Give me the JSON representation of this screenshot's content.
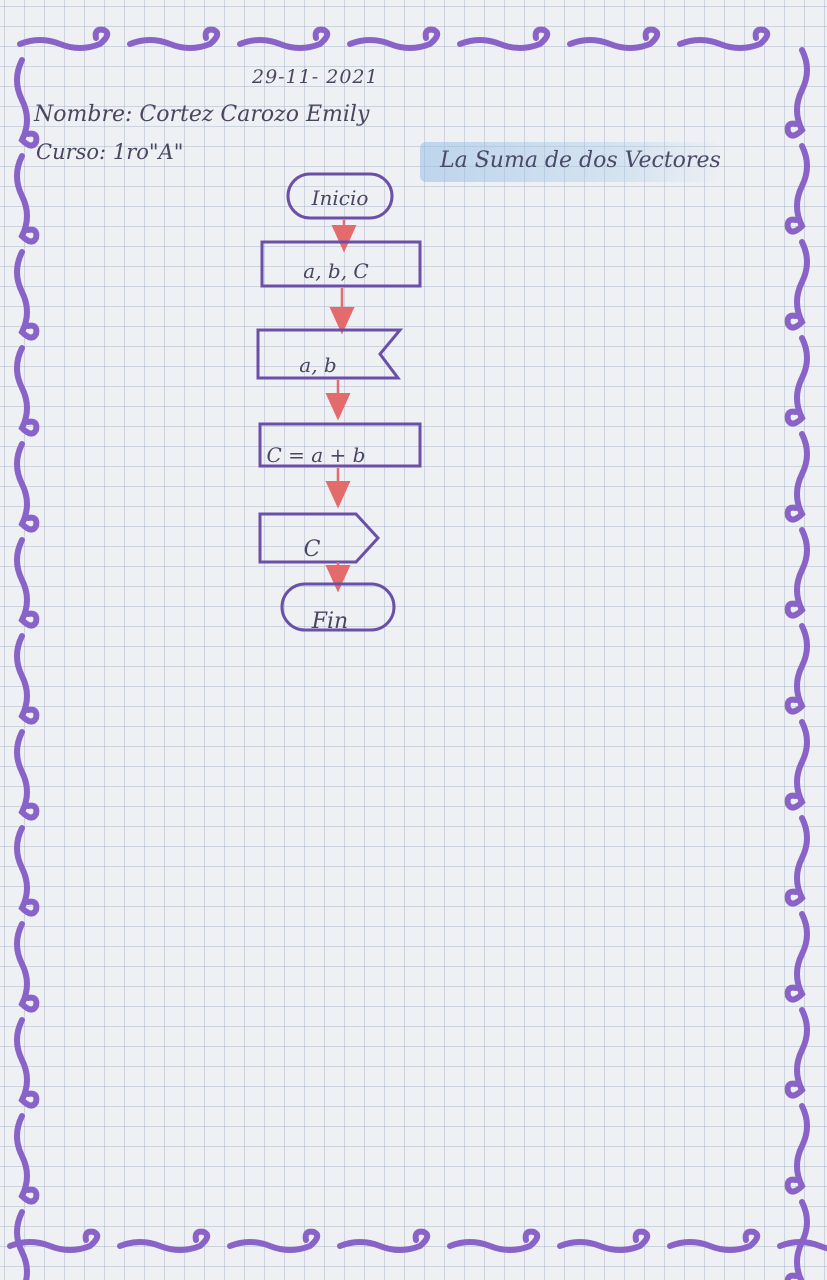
{
  "header": {
    "date": "29-11- 2021",
    "name_label": "Nombre:",
    "name_value": "Cortez Carozo Emily",
    "course_label": "Curso:",
    "course_value": "1ro\"A\"",
    "title": "La Suma de dos Vectores"
  },
  "flowchart": {
    "start": "Inicio",
    "declare": "a, b, C",
    "input": "a, b",
    "process": "C = a + b",
    "output": "C",
    "end": "Fin"
  },
  "colors": {
    "ink": "#4a4660",
    "shape_stroke": "#6b4fa8",
    "arrow": "#e36b6b",
    "border": "#8a63c9",
    "highlight": "#9cc3e6"
  }
}
